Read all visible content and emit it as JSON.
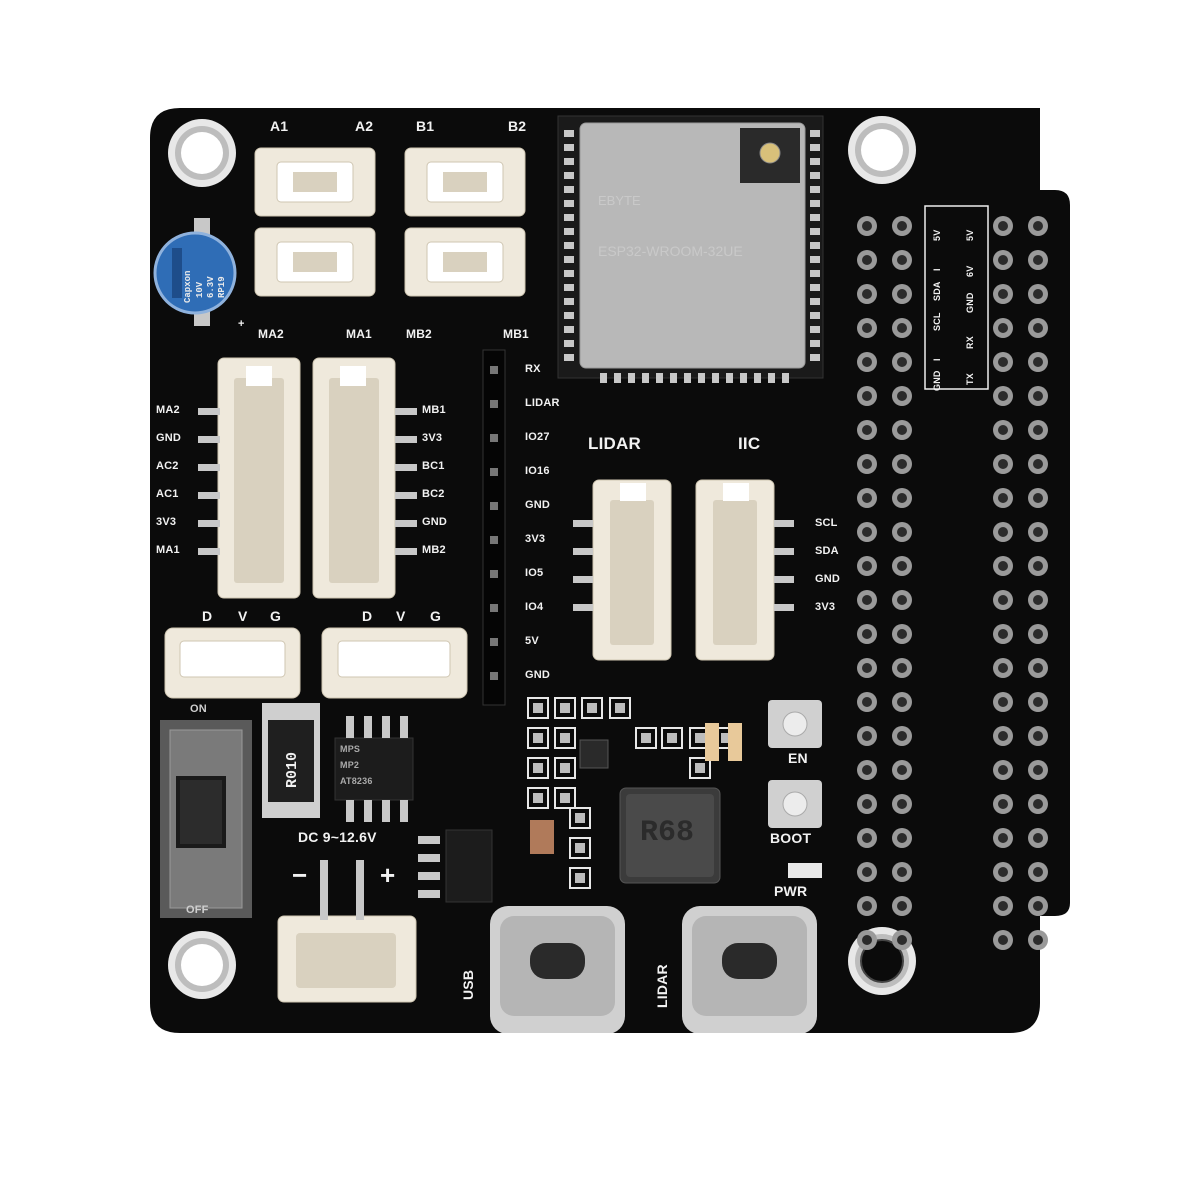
{
  "board": {
    "module": {
      "brand": "EBYTE",
      "model": "ESP32-WROOM-32UE"
    },
    "motor_ports": {
      "a1": "A1",
      "a2": "A2",
      "b1": "B1",
      "b2": "B2",
      "ma2": "MA2",
      "ma1": "MA1",
      "mb2": "MB2",
      "mb1": "MB1"
    },
    "left_header_pins": [
      "MA2",
      "GND",
      "AC2",
      "AC1",
      "3V3",
      "MA1"
    ],
    "right_header_pins": [
      "MB1",
      "3V3",
      "BC1",
      "BC2",
      "GND",
      "MB2"
    ],
    "servo_labels": [
      "D",
      "V",
      "G"
    ],
    "io_pins": [
      "RX",
      "LIDAR",
      "IO27",
      "IO16",
      "GND",
      "3V3",
      "IO5",
      "IO4",
      "5V",
      "GND"
    ],
    "lidar_title": "LIDAR",
    "iic_title": "IIC",
    "iic_pins": [
      "SCL",
      "SDA",
      "GND",
      "3V3"
    ],
    "pin_table": {
      "row_a": [
        "5V",
        "I",
        "SDA",
        "SCL",
        "I",
        "GND"
      ],
      "row_b": [
        "5V",
        "6V",
        "GND",
        "RX",
        "TX"
      ]
    },
    "switch_on": "ON",
    "switch_off": "OFF",
    "shunt_code": "R010",
    "dc_label": "DC 9~12.6V",
    "minus": "−",
    "plus": "+",
    "cap_marks": [
      "Capxon",
      "10V",
      "6.3V",
      "RP19"
    ],
    "driver_marks": [
      "MPS",
      "MP2",
      "AT8236"
    ],
    "inductor_code": "R68",
    "en_label": "EN",
    "boot_label": "BOOT",
    "pwr_label": "PWR",
    "usb_label": "USB",
    "lidar_port_label": "LIDAR",
    "cap_plus": "+"
  },
  "colors": {
    "pcb": "#0b0b0b",
    "silkscreen": "#f2f2f2",
    "connector": "#efe9dc",
    "shield": "#b5b5b5",
    "pad": "#c8c8c8"
  }
}
